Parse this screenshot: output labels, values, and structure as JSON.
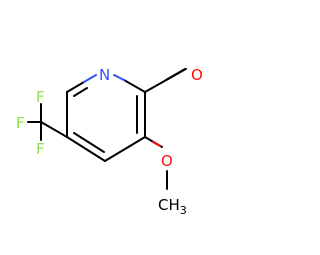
{
  "molecule": {
    "atom_labels": {
      "nitrogen": "N",
      "oxygen_aldehyde": "O",
      "oxygen_ether": "O",
      "methyl_c": "CH",
      "methyl_sub": "3",
      "fluorine_1": "F",
      "fluorine_2": "F",
      "fluorine_3": "F"
    }
  },
  "colors": {
    "bond": "#000000",
    "nitrogen": "#3050F8",
    "oxygen": "#FF0D0D",
    "fluorine": "#90E050",
    "carbon_label": "#000000",
    "background": "#FFFFFF"
  }
}
